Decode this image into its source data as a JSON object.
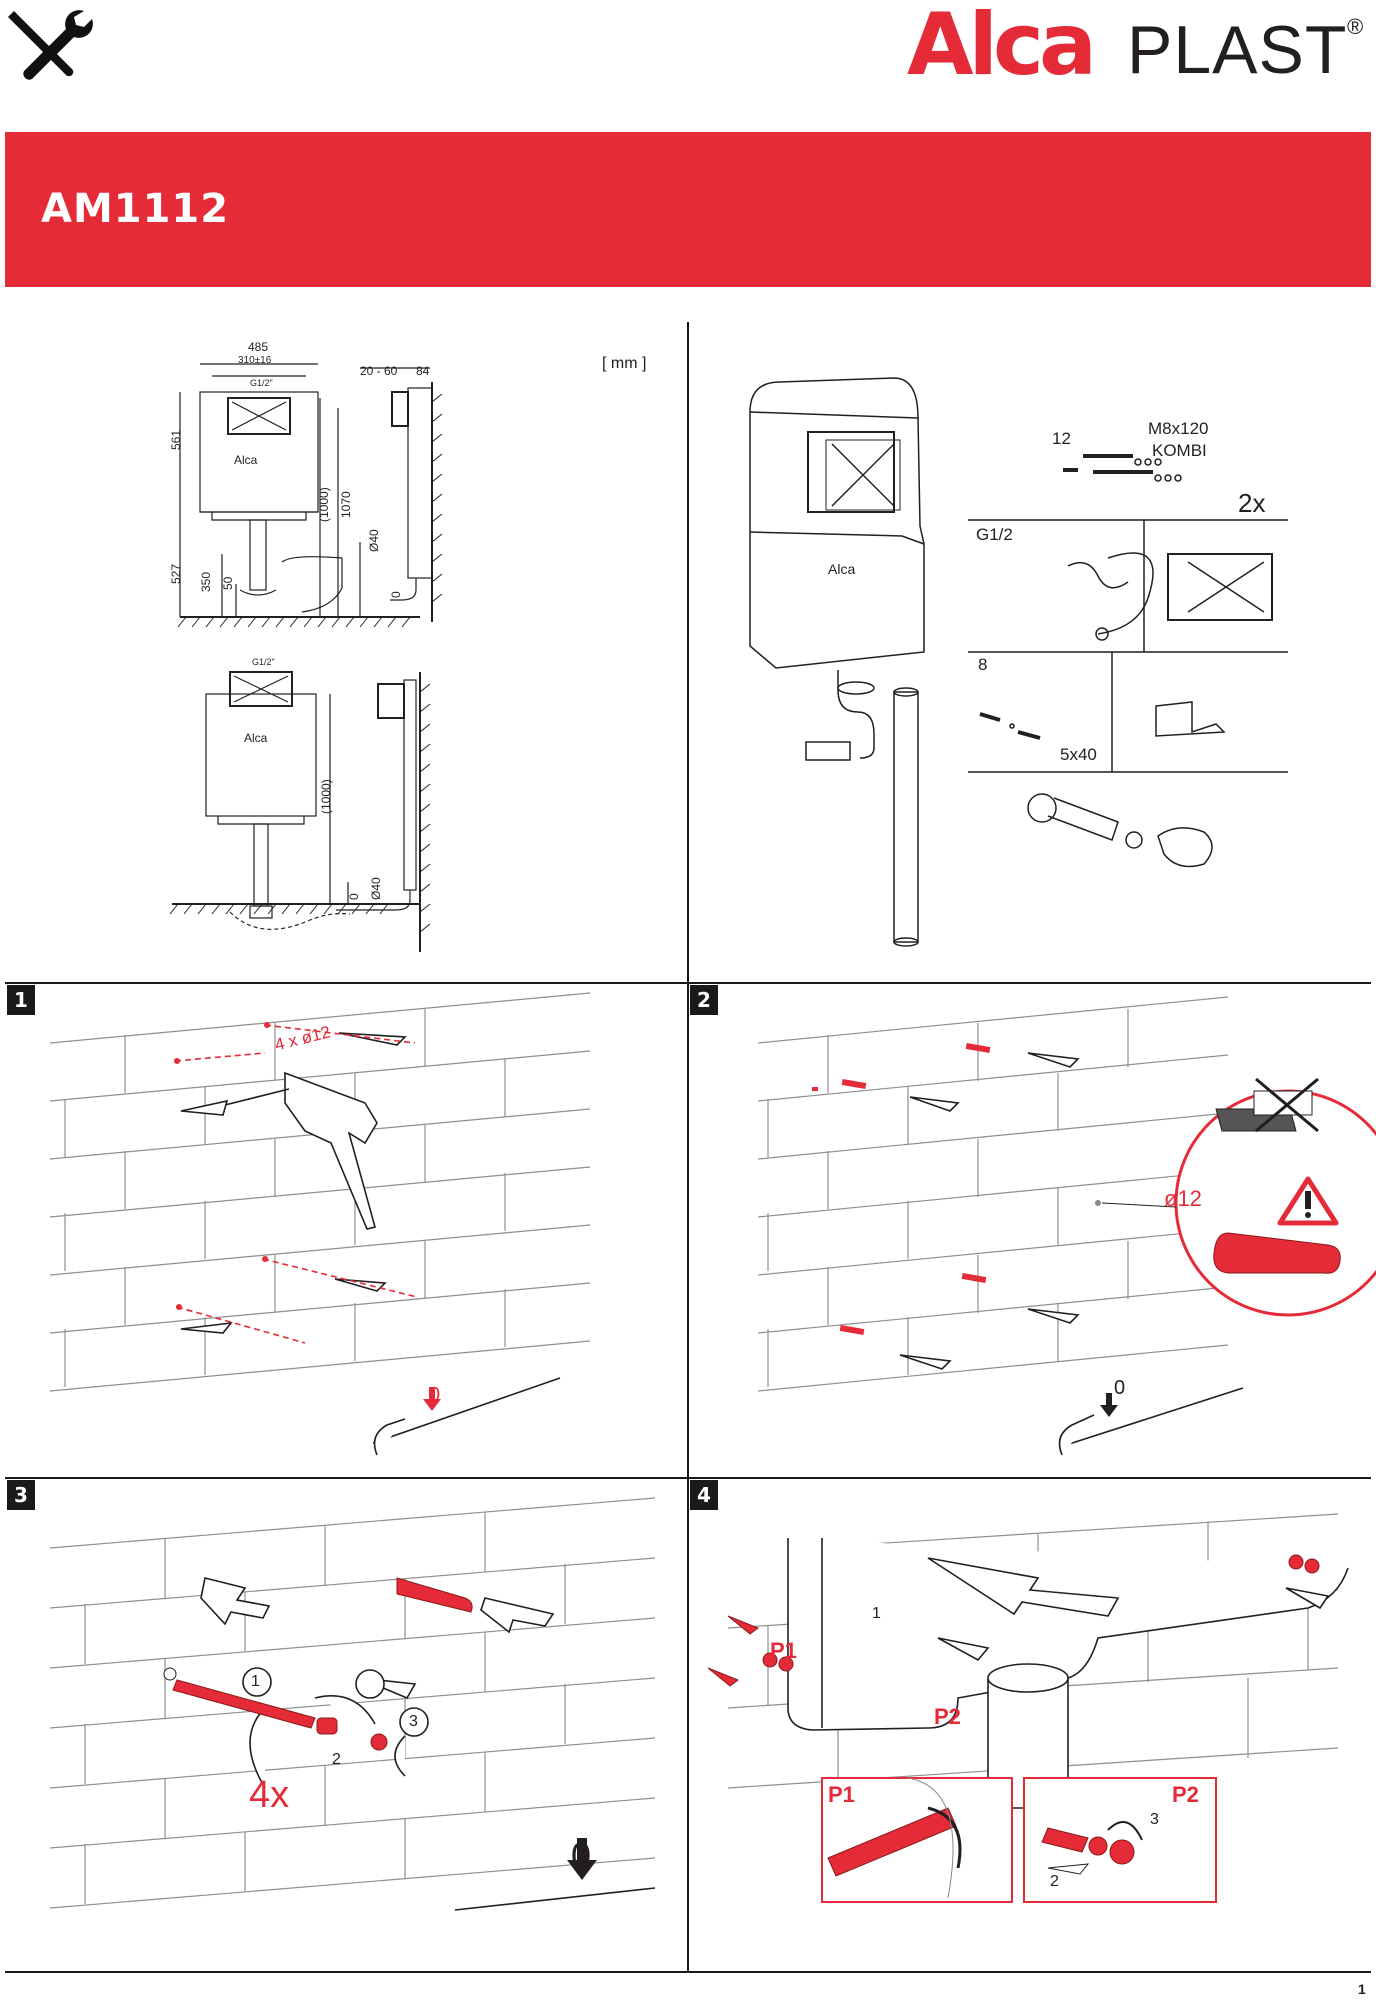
{
  "header": {
    "brand_alca": "Alca",
    "brand_plast": "PLAST",
    "registered": "®",
    "model": "AM1112",
    "colors": {
      "brand_red": "#e52b38",
      "text": "#231f20",
      "badge": "#1a1a1a"
    },
    "icon": "tools-icon"
  },
  "dimensions": {
    "unit": "[ mm ]",
    "w485": "485",
    "w310": "310±16",
    "g12_a": "G1/2\"",
    "g12_b": "G1/2\"",
    "d2060": "20 - 60",
    "d84": "84",
    "h561": "561",
    "h527": "527",
    "h350": "350",
    "h50": "50",
    "h1000_a": "(1000)",
    "h1070": "1070",
    "o40_a": "Ø40",
    "zero_a": "0",
    "h1000_b": "(1000)",
    "o40_b": "Ø40",
    "zero_b": "0",
    "alca_a": "Alca",
    "alca_b": "Alca"
  },
  "parts": {
    "alca": "Alca",
    "n12": "12",
    "m8": "M8x120",
    "kombi": "KOMBI",
    "qty": "2x",
    "g12": "G1/2",
    "n8": "8",
    "s540": "5x40"
  },
  "steps": [
    {
      "number": "1",
      "drill_label": "4 x ø12",
      "zero": "0"
    },
    {
      "number": "2",
      "dowel_label": "ø12",
      "zero": "0"
    },
    {
      "number": "3",
      "count": "4x",
      "c1": "1",
      "c2": "2",
      "c3": "3",
      "zero": "0"
    },
    {
      "number": "4",
      "c1": "1",
      "p1": "P1",
      "p2": "P2",
      "p1_detail": "P1",
      "p2_detail": "P2",
      "c2": "2",
      "c3": "3"
    }
  ],
  "footer": {
    "page": "1"
  }
}
